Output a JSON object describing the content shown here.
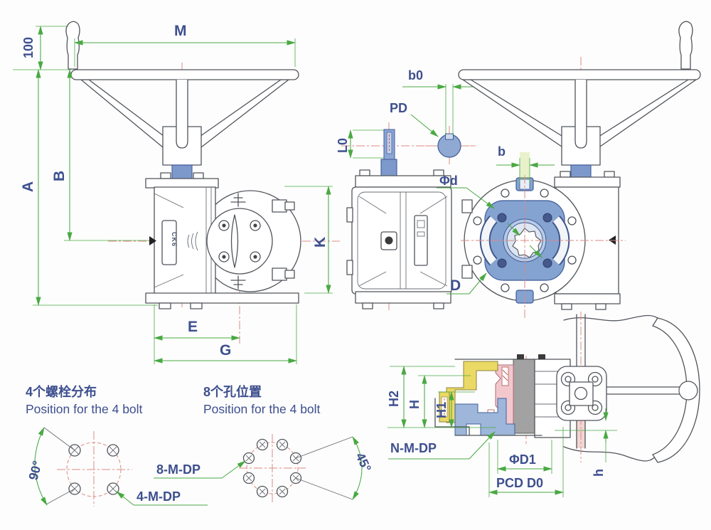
{
  "diagram": {
    "type": "engineering-dimension-drawing",
    "subject": "worm gearbox valve operator with handwheel (CK6)",
    "nameplate": "CK6",
    "dim_labels": {
      "m": "M",
      "hundred": "100",
      "a": "A",
      "b_upper": "B",
      "k": "K",
      "e": "E",
      "g": "G",
      "l0": "L0",
      "b0": "b0",
      "pd": "PD",
      "b": "b",
      "phi_d": "Φd",
      "d_upper": "D",
      "h2": "H2",
      "h_upper": "H",
      "h1": "H1",
      "n_m_dp": "N-M-DP",
      "phi_d1": "ΦD1",
      "pcd_d0": "PCD D0",
      "h_lower": "h",
      "angle_90": "90°",
      "angle_45": "45°",
      "bolts_8": "8-M-DP",
      "bolts_4": "4-M-DP"
    },
    "notes": {
      "four_bolt_cn": "4个螺栓分布",
      "four_bolt_en": "Position for the 4 bolt",
      "eight_hole_cn": "8个孔位置",
      "eight_hole_en": "Position for the 4 bolt"
    },
    "colors": {
      "dimension_green": "#49a942",
      "centerline_red": "#dd8a84",
      "label_blue": "#3d4f8e",
      "outline_gray": "#50545a",
      "shaft_blue": "#7d99cb",
      "flange_plate_blue": "#84a3d0",
      "section_yellow": "#ead964",
      "section_pink": "#f2c8cd",
      "section_gray": "#a2a2a2",
      "background": "#fdfdfd"
    }
  }
}
